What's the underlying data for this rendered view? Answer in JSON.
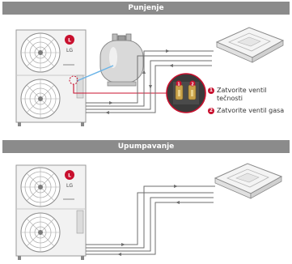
{
  "sections": {
    "top_title": "Punjenje",
    "bottom_title": "Upumpavanje"
  },
  "brand": {
    "logo_text": "LG"
  },
  "legend": {
    "items": [
      {
        "number": "1",
        "text": "Zatvorite ventil tečnosti"
      },
      {
        "number": "2",
        "text": "Zatvorite ventil gasa"
      }
    ]
  },
  "colors": {
    "banner": "#8b8b8b",
    "lg_red": "#c8102e",
    "outdoor_unit": "#f2f2f2",
    "pipe": "#6e6e6e",
    "hose_red": "#c8102e",
    "hose_blue": "#6ab4e8"
  },
  "icons": [
    "refrigerant-cylinder-icon",
    "lg-logo-icon",
    "cassette-indoor-unit-icon",
    "service-valve-icon"
  ]
}
